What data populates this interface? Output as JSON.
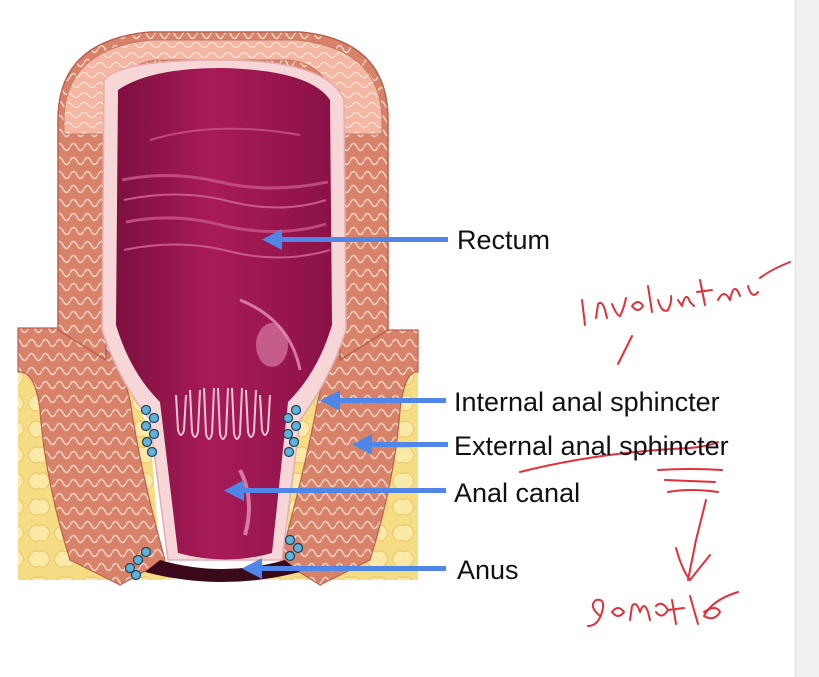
{
  "labels": {
    "rectum": "Rectum",
    "internal_anal_sphincter": "Internal anal sphincter",
    "external_anal_sphincter": "External anal sphincter",
    "anal_canal": "Anal canal",
    "anus": "Anus"
  },
  "colors": {
    "arrow": "#4f86e8",
    "ink": "#e0303a",
    "rectum_lumen": "#9c1650",
    "muscle": "#d9826a",
    "fat": "#f6dc82",
    "mucosa": "#f6d6d6"
  },
  "icons": {
    "arrow": "arrow-left-icon"
  }
}
